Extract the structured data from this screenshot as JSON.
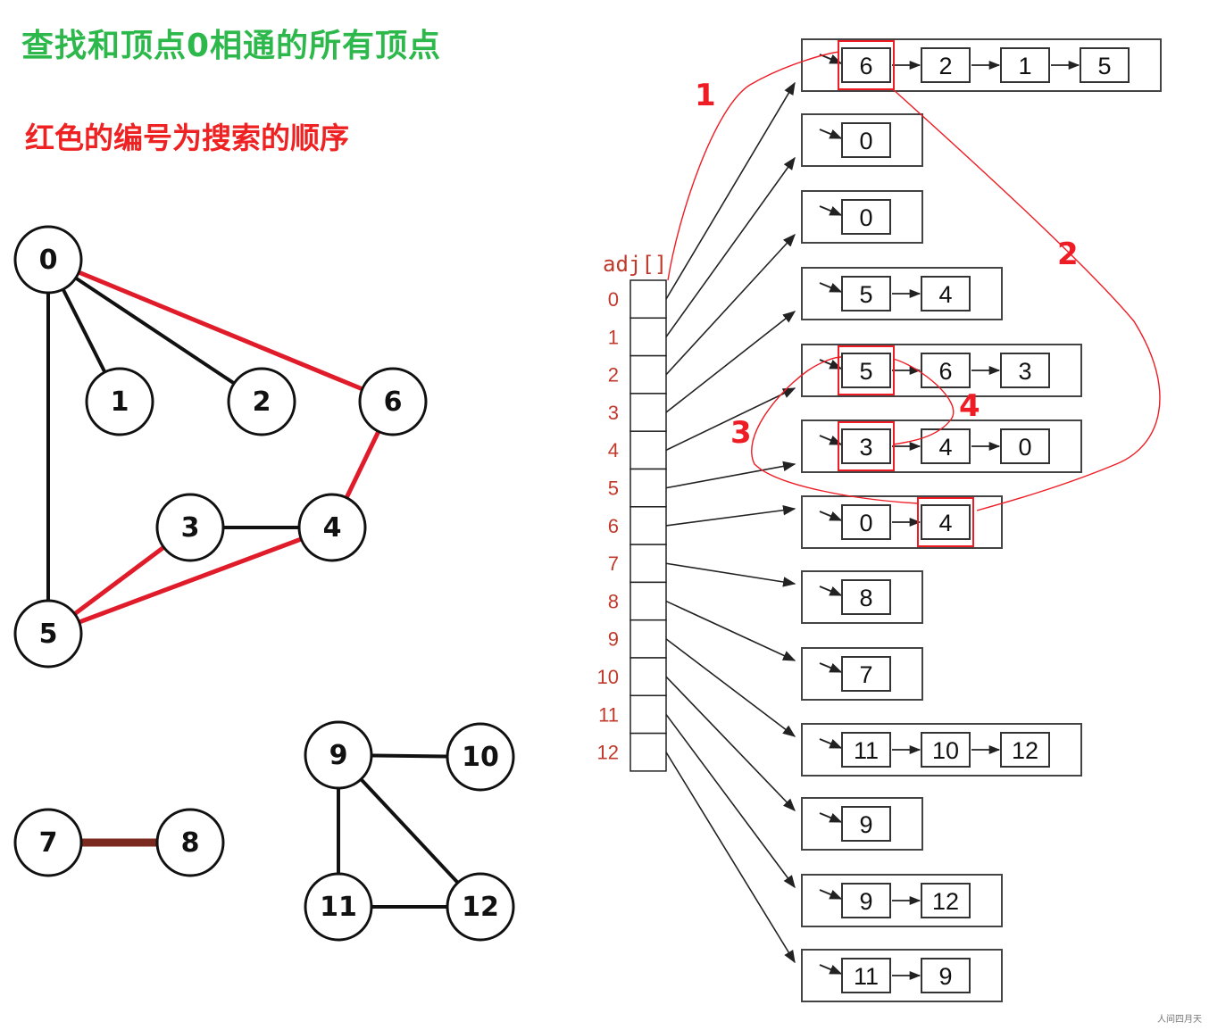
{
  "title": "查找和顶点0相通的所有顶点",
  "subtitle": "红色的编号为搜索的顺序",
  "colors": {
    "title": "#2db84b",
    "subtitle": "#ee2222",
    "highlight_edge": "#e11c2a",
    "dark_edge": "#7a2a1f",
    "index_text": "#c0392b",
    "search_path": "#ee1c24"
  },
  "graph": {
    "nodes": [
      {
        "id": "0",
        "label": "0"
      },
      {
        "id": "1",
        "label": "1"
      },
      {
        "id": "2",
        "label": "2"
      },
      {
        "id": "6",
        "label": "6"
      },
      {
        "id": "3",
        "label": "3"
      },
      {
        "id": "4",
        "label": "4"
      },
      {
        "id": "5",
        "label": "5"
      },
      {
        "id": "7",
        "label": "7"
      },
      {
        "id": "8",
        "label": "8"
      },
      {
        "id": "9",
        "label": "9"
      },
      {
        "id": "10",
        "label": "10"
      },
      {
        "id": "11",
        "label": "11"
      },
      {
        "id": "12",
        "label": "12"
      }
    ],
    "edges": [
      {
        "from": "0",
        "to": "5",
        "style": "normal"
      },
      {
        "from": "0",
        "to": "1",
        "style": "normal"
      },
      {
        "from": "0",
        "to": "2",
        "style": "normal"
      },
      {
        "from": "0",
        "to": "6",
        "style": "highlight"
      },
      {
        "from": "6",
        "to": "4",
        "style": "highlight"
      },
      {
        "from": "3",
        "to": "4",
        "style": "normal"
      },
      {
        "from": "3",
        "to": "5",
        "style": "highlight"
      },
      {
        "from": "4",
        "to": "5",
        "style": "highlight"
      },
      {
        "from": "7",
        "to": "8",
        "style": "dark"
      },
      {
        "from": "9",
        "to": "10",
        "style": "normal"
      },
      {
        "from": "9",
        "to": "11",
        "style": "normal"
      },
      {
        "from": "9",
        "to": "12",
        "style": "normal"
      },
      {
        "from": "11",
        "to": "12",
        "style": "normal"
      }
    ]
  },
  "adjacency": {
    "title": "adj[]",
    "indices": [
      "0",
      "1",
      "2",
      "3",
      "4",
      "5",
      "6",
      "7",
      "8",
      "9",
      "10",
      "11",
      "12"
    ],
    "lists": [
      [
        "6",
        "2",
        "1",
        "5"
      ],
      [
        "0"
      ],
      [
        "0"
      ],
      [
        "5",
        "4"
      ],
      [
        "5",
        "6",
        "3"
      ],
      [
        "3",
        "4",
        "0"
      ],
      [
        "0",
        "4"
      ],
      [
        "8"
      ],
      [
        "7"
      ],
      [
        "11",
        "10",
        "12"
      ],
      [
        "9"
      ],
      [
        "9",
        "12"
      ],
      [
        "11",
        "9"
      ]
    ]
  },
  "search_order_labels": [
    "1",
    "2",
    "3",
    "4"
  ],
  "watermark": "人间四月天"
}
